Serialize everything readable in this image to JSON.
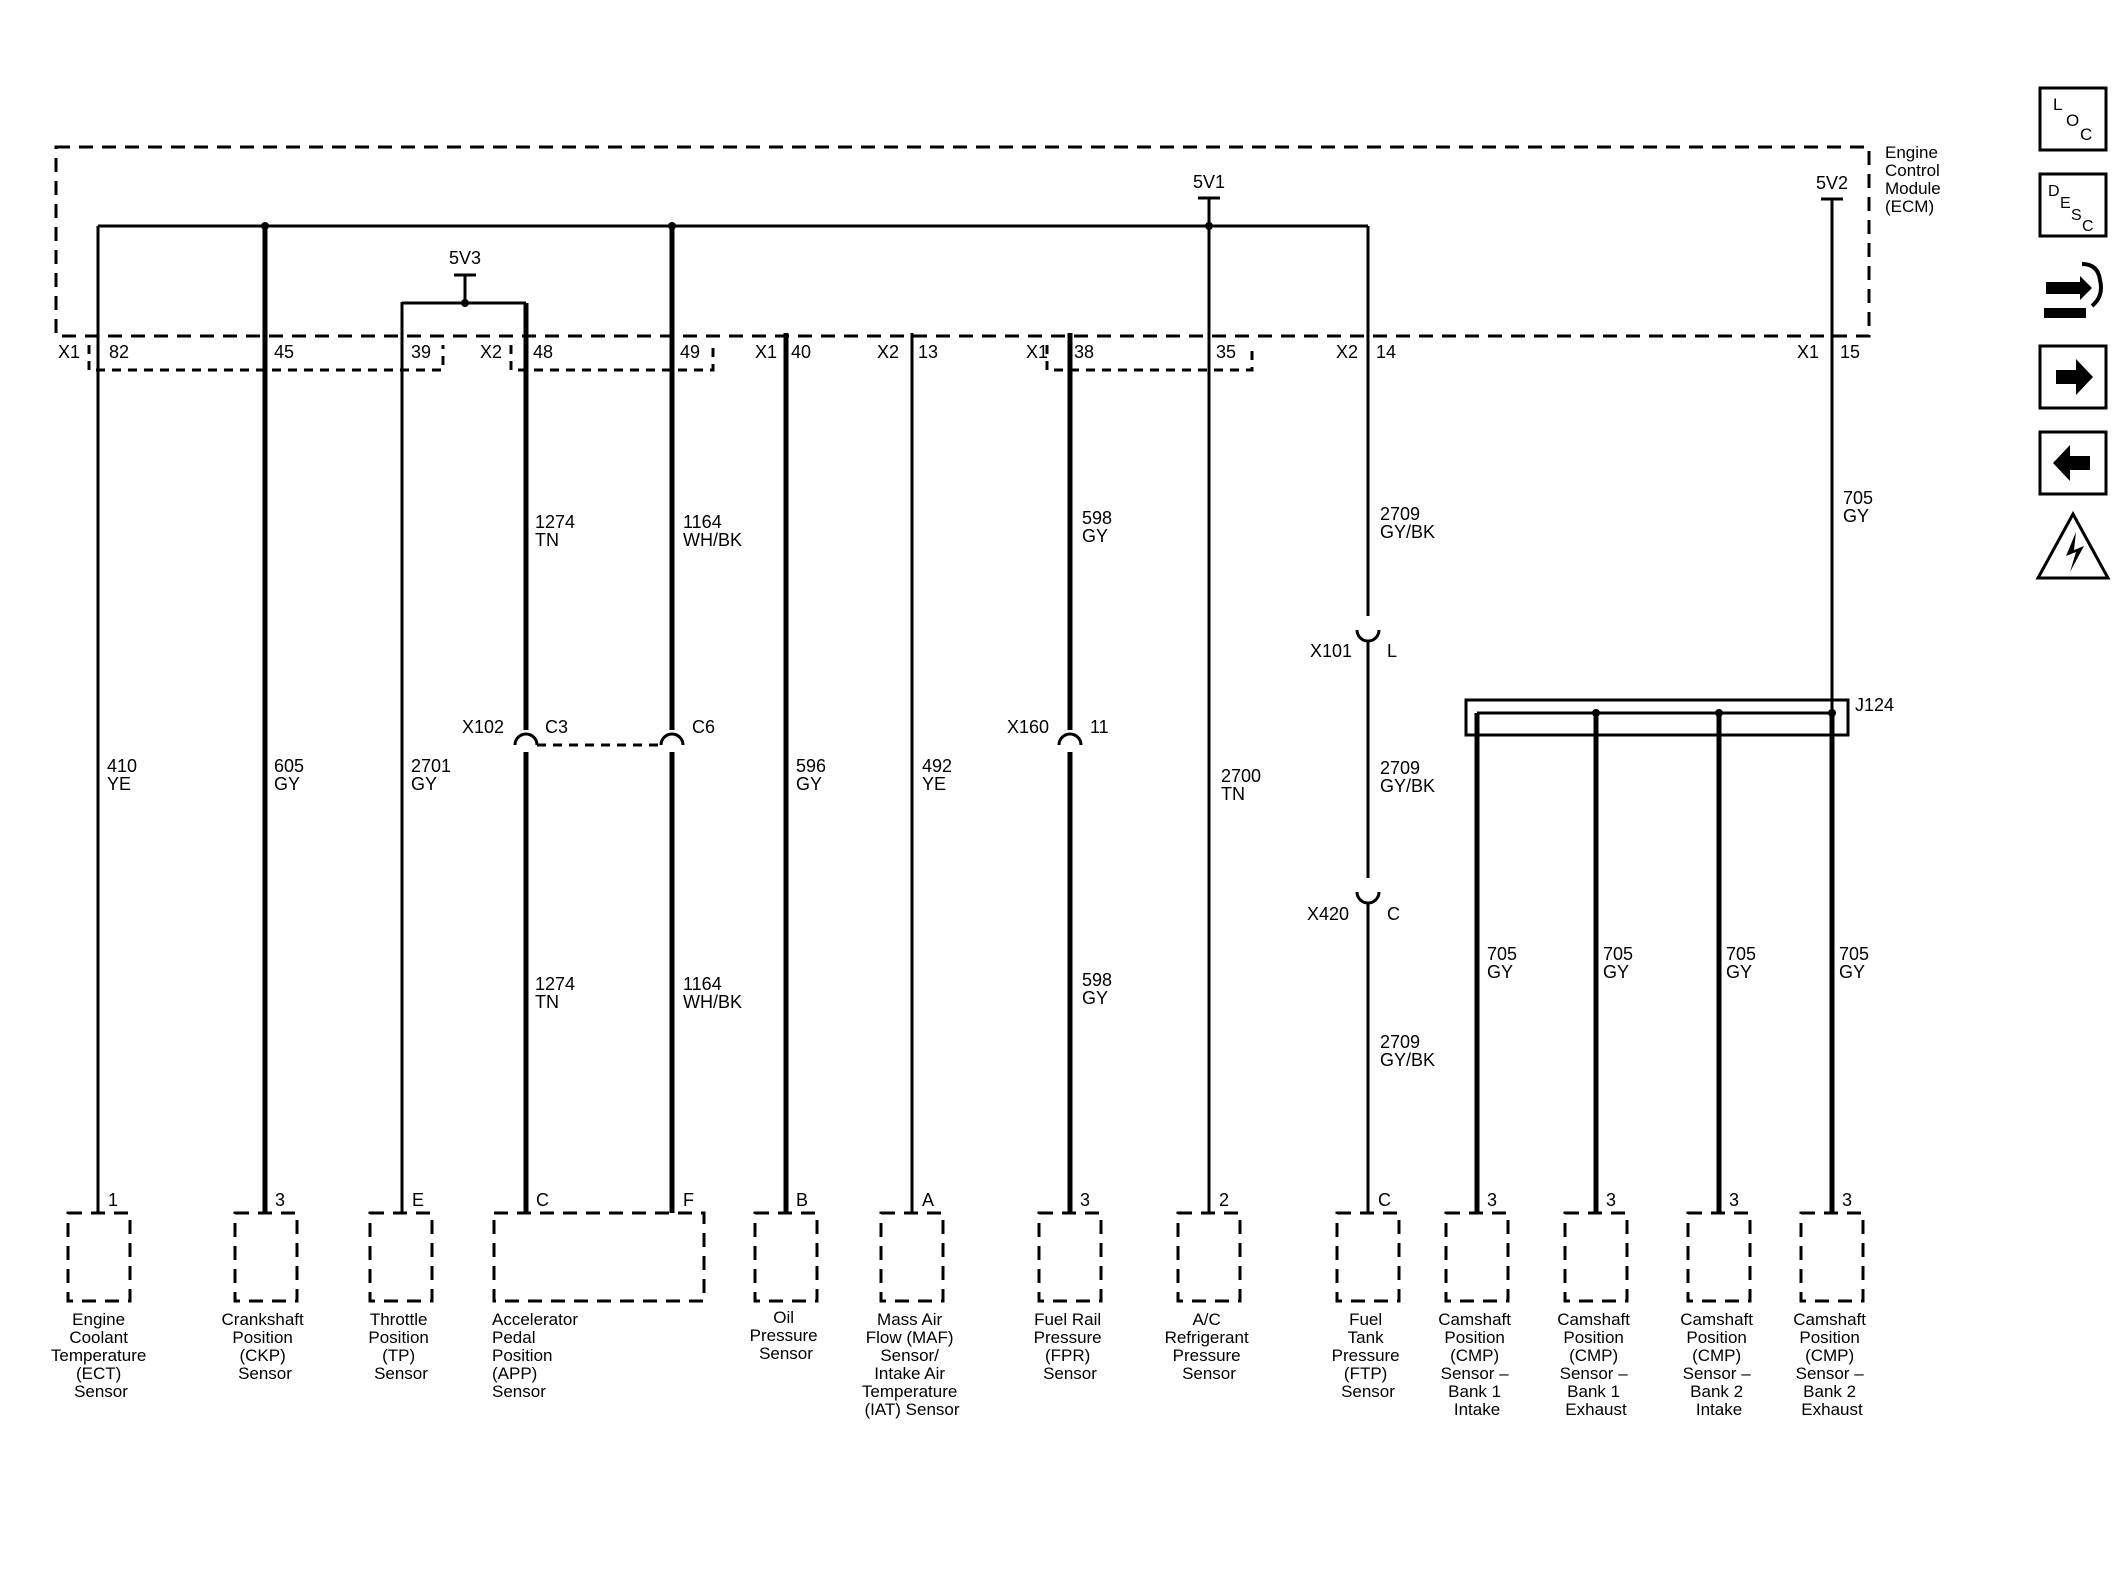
{
  "module": {
    "name_lines": [
      "Engine",
      "Control",
      "Module",
      "(ECM)"
    ],
    "refs": {
      "v1": "5V1",
      "v2": "5V2",
      "v3": "5V3"
    }
  },
  "connectors": {
    "x1": "X1",
    "x2": "X2",
    "x102": "X102",
    "x160": "X160",
    "x101": "X101",
    "x420": "X420",
    "j124": "J124"
  },
  "pins": {
    "ecm": [
      "82",
      "45",
      "39",
      "48",
      "49",
      "40",
      "13",
      "38",
      "35",
      "14",
      "15"
    ],
    "x102_c3": "C3",
    "x102_c6": "C6",
    "x160_11": "11",
    "x101_l": "L",
    "x420_c": "C"
  },
  "wires": {
    "ect": [
      "410",
      "YE"
    ],
    "ckp": [
      "605",
      "GY"
    ],
    "tp": [
      "2701",
      "GY"
    ],
    "app_tn_upper": [
      "1274",
      "TN"
    ],
    "app_tn_lower": [
      "1274",
      "TN"
    ],
    "app_wh_upper": [
      "1164",
      "WH/BK"
    ],
    "app_wh_lower": [
      "1164",
      "WH/BK"
    ],
    "oil": [
      "596",
      "GY"
    ],
    "maf": [
      "492",
      "YE"
    ],
    "fpr_upper": [
      "598",
      "GY"
    ],
    "fpr_lower": [
      "598",
      "GY"
    ],
    "ac": [
      "2700",
      "TN"
    ],
    "ftp_1": [
      "2709",
      "GY/BK"
    ],
    "ftp_2": [
      "2709",
      "GY/BK"
    ],
    "ftp_3": [
      "2709",
      "GY/BK"
    ],
    "cmp_main": [
      "705",
      "GY"
    ],
    "cmp_1": [
      "705",
      "GY"
    ],
    "cmp_2": [
      "705",
      "GY"
    ],
    "cmp_3": [
      "705",
      "GY"
    ],
    "cmp_4": [
      "705",
      "GY"
    ]
  },
  "sensor_pins": [
    "1",
    "3",
    "E",
    "C",
    "F",
    "B",
    "A",
    "3",
    "2",
    "C",
    "3",
    "3",
    "3",
    "3"
  ],
  "sensors": [
    [
      "Engine",
      "Coolant",
      "Temperature",
      "(ECT)",
      "Sensor"
    ],
    [
      "Crankshaft",
      "Position",
      "(CKP)",
      "Sensor"
    ],
    [
      "Throttle",
      "Position",
      "(TP)",
      "Sensor"
    ],
    [
      "Accelerator",
      "Pedal",
      "Position",
      "(APP)",
      "Sensor"
    ],
    [
      "Oil",
      "Pressure",
      "Sensor"
    ],
    [
      "Mass Air",
      "Flow (MAF)",
      "Sensor/",
      "Intake Air",
      "Temperature",
      "(IAT) Sensor"
    ],
    [
      "Fuel Rail",
      "Pressure",
      "(FPR)",
      "Sensor"
    ],
    [
      "A/C",
      "Refrigerant",
      "Pressure",
      "Sensor"
    ],
    [
      "Fuel",
      "Tank",
      "Pressure",
      "(FTP)",
      "Sensor"
    ],
    [
      "Camshaft",
      "Position",
      "(CMP)",
      "Sensor –",
      "Bank 1",
      "Intake"
    ],
    [
      "Camshaft",
      "Position",
      "(CMP)",
      "Sensor –",
      "Bank 1",
      "Exhaust"
    ],
    [
      "Camshaft",
      "Position",
      "(CMP)",
      "Sensor –",
      "Bank 2",
      "Intake"
    ],
    [
      "Camshaft",
      "Position",
      "(CMP)",
      "Sensor –",
      "Bank 2",
      "Exhaust"
    ]
  ],
  "toolbar": {
    "loc_button": [
      "L",
      "O",
      "C"
    ],
    "desc_button": [
      "D",
      "E",
      "S",
      "C"
    ],
    "icons": [
      "location-icon",
      "description-icon",
      "connector-tool-icon",
      "next-arrow-icon",
      "previous-arrow-icon",
      "high-voltage-warning-icon"
    ]
  }
}
